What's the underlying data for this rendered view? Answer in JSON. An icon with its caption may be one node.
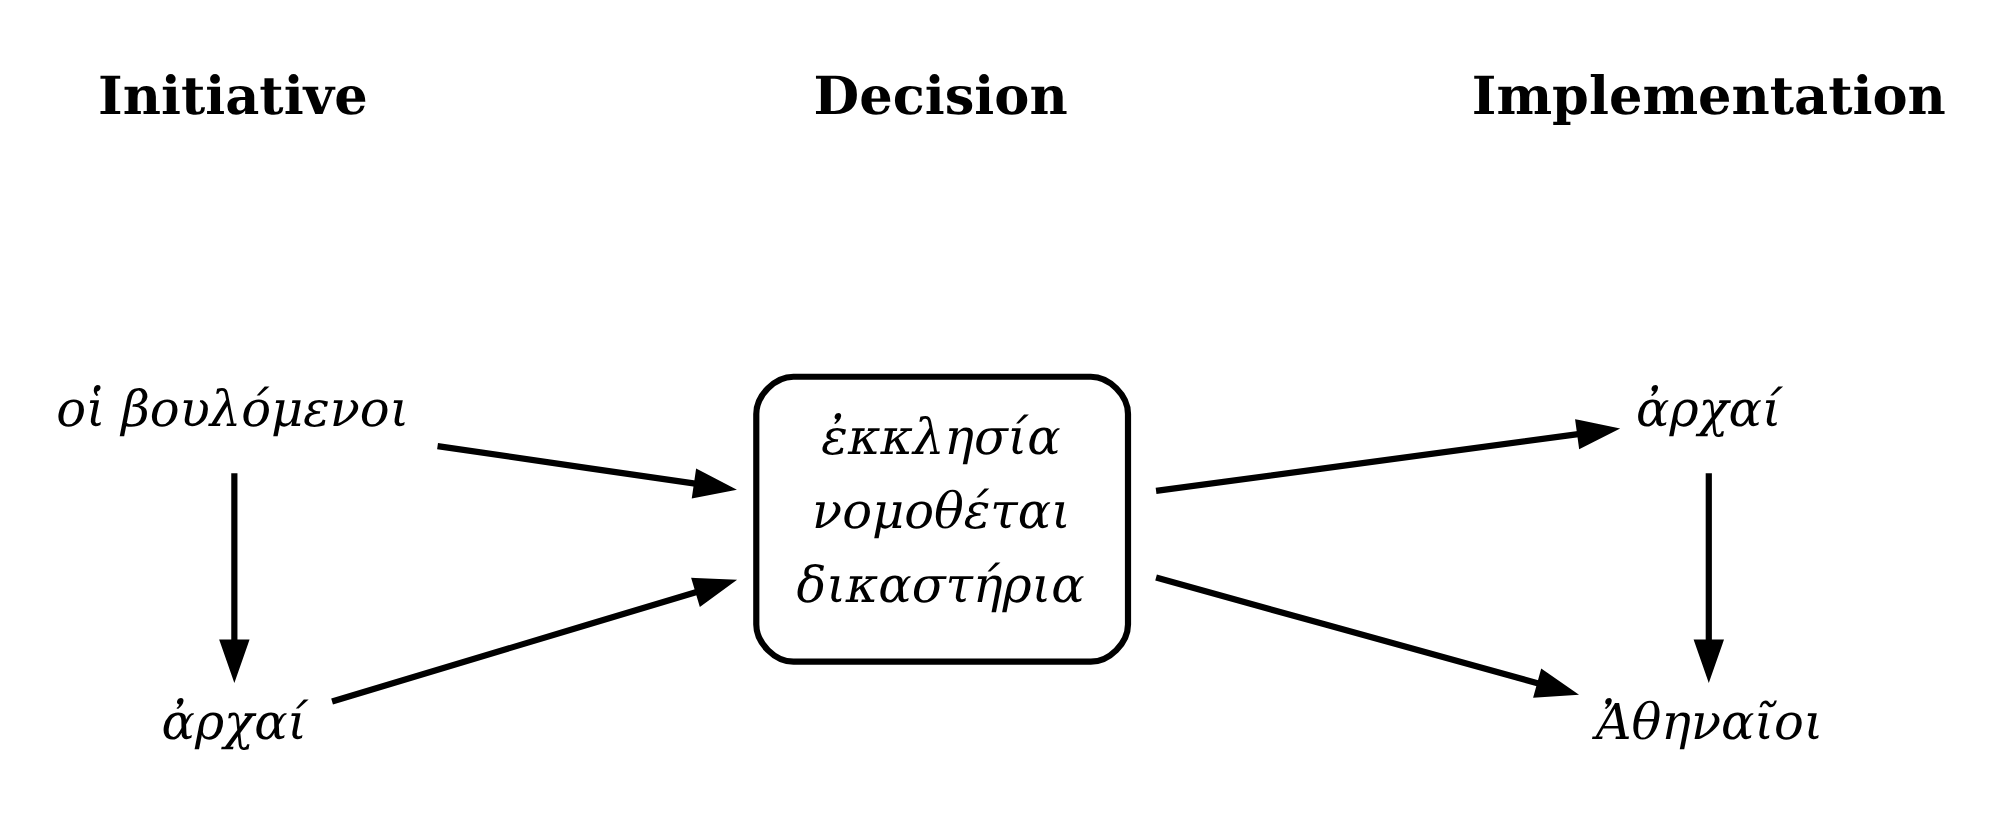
{
  "diagram": {
    "nodes": [
      {
        "text": [
          "οἱ βουλόμενοι"
        ]
      },
      {
        "text": [
          "ἀρχαί"
        ]
      },
      {
        "text": [
          "ἐκκλησία νομοθέται δικαστήρια"
        ]
      },
      {
        "text": [
          "ἀρχαί"
        ]
      },
      {
        "text": [
          "Ἀθηναῖοι"
        ]
      }
    ],
    "edges": [
      {
        "from": 0,
        "to": 1,
        "arrow": "to"
      },
      {
        "from": 0,
        "to": 2,
        "arrow": "to"
      },
      {
        "from": 1,
        "to": 2,
        "arrow": "to"
      },
      {
        "from": 2,
        "to": 3,
        "arrow": "to"
      },
      {
        "from": 2,
        "to": 4,
        "arrow": "to"
      },
      {
        "from": 3,
        "to": 4,
        "arrow": "to"
      }
    ],
    "labels": [
      "Initiative",
      "Decision",
      "Implementation"
    ]
  }
}
